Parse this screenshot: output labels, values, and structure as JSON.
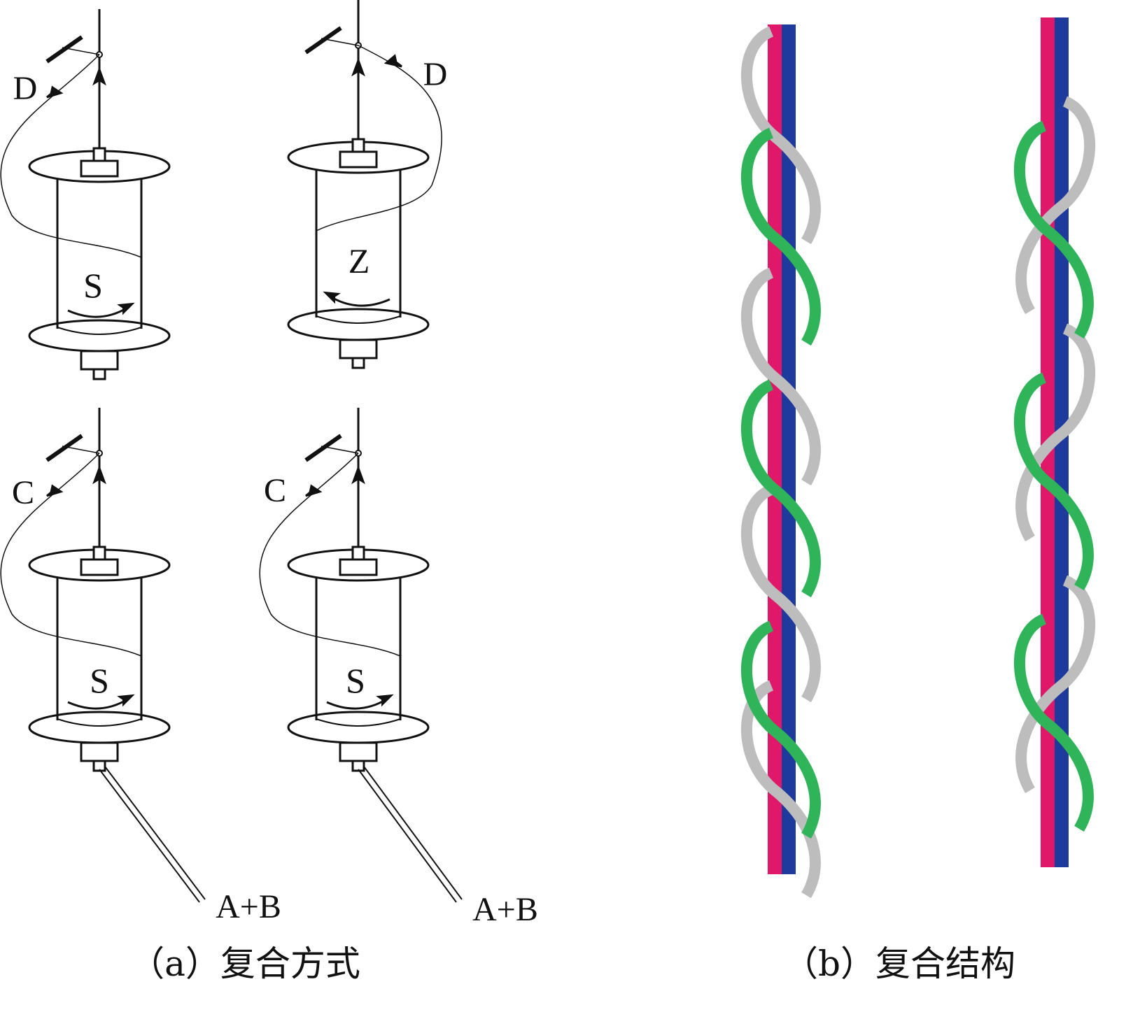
{
  "panel_a": {
    "caption": "（a）复合方式",
    "columns": [
      {
        "upper_spindle": {
          "twist": "S",
          "yarn_label": "D"
        },
        "lower_spindle": {
          "twist": "S",
          "yarn_label": "C"
        },
        "feed_label": "A+B"
      },
      {
        "upper_spindle": {
          "twist": "Z",
          "yarn_label": "D"
        },
        "lower_spindle": {
          "twist": "S",
          "yarn_label": "C"
        },
        "feed_label": "A+B"
      }
    ]
  },
  "panel_b": {
    "caption": "（b）复合结构"
  },
  "colors": {
    "core_red": "#e0186a",
    "core_blue": "#1e3a9c",
    "wrap_gray": "#bdbdbd",
    "wrap_green": "#2fb45a",
    "line": "#111111"
  }
}
